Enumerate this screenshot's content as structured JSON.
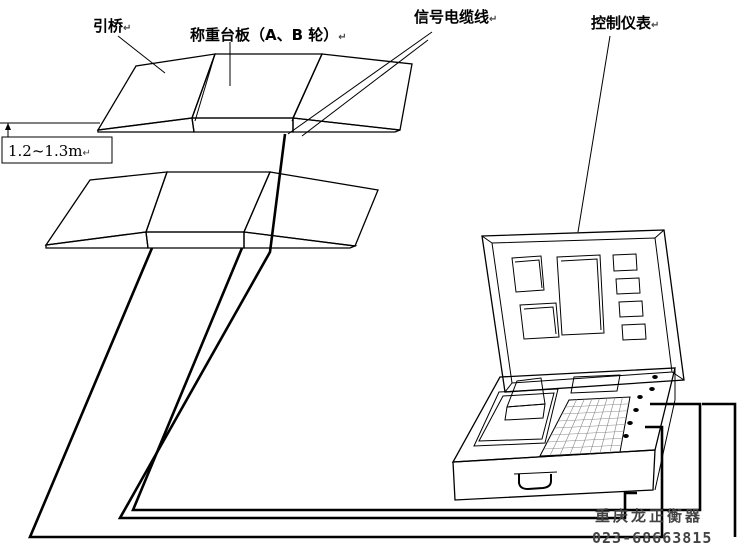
{
  "labels": {
    "approach_ramp": "引桥",
    "weighing_plate": "称重台板（A、B 轮）",
    "signal_cable": "信号电缆线",
    "control_instrument": "控制仪表",
    "gap_dimension": "1.2~1.3m"
  },
  "paragraph_mark": "↵",
  "watermark": {
    "company": "重庆龙正衡器",
    "phone": "023-68663815"
  },
  "colors": {
    "plate_fill": "#8f8f8f",
    "printer_panel": "#c0c0c0",
    "line": "#000000",
    "background": "#ffffff"
  }
}
